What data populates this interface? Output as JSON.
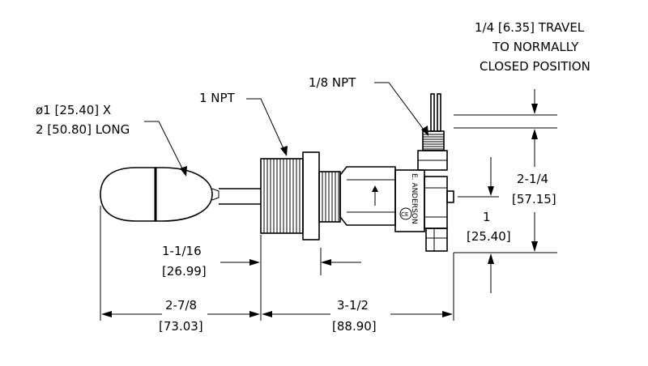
{
  "labels": {
    "float_size_line1": "ø1 [25.40] X",
    "float_size_line2": "2 [50.80] LONG",
    "mount_thread": "1 NPT",
    "conduit_thread": "1/8 NPT",
    "travel_line1": "1/4 [6.35] TRAVEL",
    "travel_line2": "TO NORMALLY",
    "travel_line3": "CLOSED POSITION",
    "height_in": "2-1/4",
    "height_mm": "[57.15]",
    "switch_in": "1",
    "switch_mm": "[25.40]",
    "thread_len_in": "1-1/16",
    "thread_len_mm": "[26.99]",
    "float_len_in": "2-7/8",
    "float_len_mm": "[73.03]",
    "body_len_in": "3-1/2",
    "body_len_mm": "[88.90]"
  },
  "marks": {
    "brand": "E. ANDERSON",
    "ce": "CE"
  }
}
